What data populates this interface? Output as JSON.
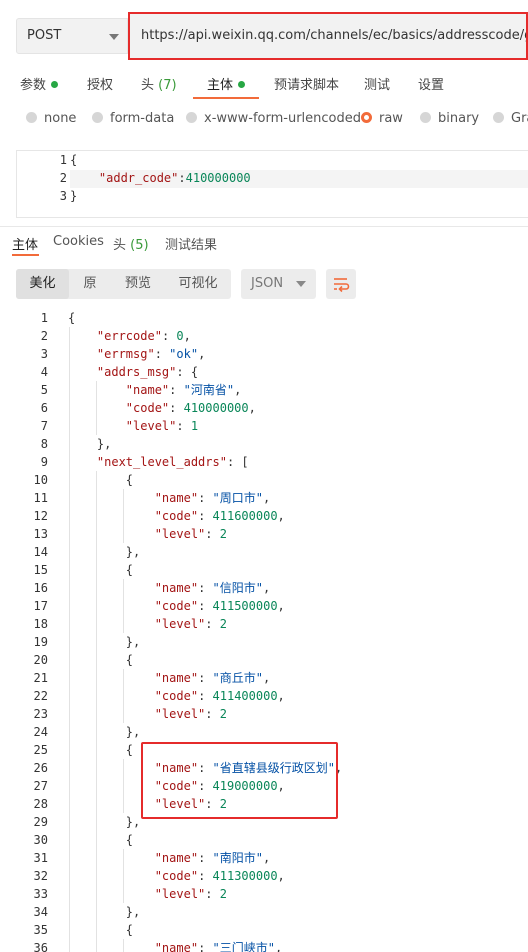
{
  "request": {
    "method": "POST",
    "url": "https://api.weixin.qq.com/channels/ec/basics/addresscode/get?access_token="
  },
  "request_tabs": [
    {
      "label": "参数",
      "dot": true
    },
    {
      "label": "授权"
    },
    {
      "label": "头",
      "count": "(7)"
    },
    {
      "label": "主体",
      "dot": true,
      "active": true
    },
    {
      "label": "预请求脚本"
    },
    {
      "label": "测试"
    },
    {
      "label": "设置"
    }
  ],
  "body_types": [
    {
      "label": "none"
    },
    {
      "label": "form-data"
    },
    {
      "label": "x-www-form-urlencoded"
    },
    {
      "label": "raw",
      "selected": true
    },
    {
      "label": "binary"
    },
    {
      "label": "Gra"
    }
  ],
  "request_body": {
    "line_numbers": [
      "1",
      "2",
      "3"
    ],
    "lines": [
      [
        {
          "t": "{",
          "c": "p"
        }
      ],
      [
        {
          "t": "    ",
          "c": "p"
        },
        {
          "t": "\"addr_code\"",
          "c": "k"
        },
        {
          "t": ":",
          "c": "p"
        },
        {
          "t": "410000000",
          "c": "n"
        }
      ],
      [
        {
          "t": "}",
          "c": "p"
        }
      ]
    ]
  },
  "response_tabs": [
    {
      "label": "主体",
      "active": true
    },
    {
      "label": "Cookies"
    },
    {
      "label": "头",
      "count": "(5)"
    },
    {
      "label": "测试结果"
    }
  ],
  "view_modes": [
    "美化",
    "原",
    "预览",
    "可视化"
  ],
  "active_view_mode": "美化",
  "format": "JSON",
  "icons": {
    "wrap": "wrap-lines-icon",
    "dropdown": "chevron-down-icon"
  },
  "colors": {
    "accent": "#f26b3a",
    "highlight_box": "#e52b2b",
    "dot_green": "#27a744"
  },
  "response_body": {
    "line_numbers": [
      "1",
      "2",
      "3",
      "4",
      "5",
      "6",
      "7",
      "8",
      "9",
      "10",
      "11",
      "12",
      "13",
      "14",
      "15",
      "16",
      "17",
      "18",
      "19",
      "20",
      "21",
      "22",
      "23",
      "24",
      "25",
      "26",
      "27",
      "28",
      "29",
      "30",
      "31",
      "32",
      "33",
      "34",
      "35",
      "36"
    ],
    "lines": [
      [
        {
          "t": "{",
          "c": "p"
        }
      ],
      [
        {
          "t": "    ",
          "c": "p"
        },
        {
          "t": "\"errcode\"",
          "c": "k"
        },
        {
          "t": ": ",
          "c": "p"
        },
        {
          "t": "0",
          "c": "n"
        },
        {
          "t": ",",
          "c": "p"
        }
      ],
      [
        {
          "t": "    ",
          "c": "p"
        },
        {
          "t": "\"errmsg\"",
          "c": "k"
        },
        {
          "t": ": ",
          "c": "p"
        },
        {
          "t": "\"ok\"",
          "c": "s"
        },
        {
          "t": ",",
          "c": "p"
        }
      ],
      [
        {
          "t": "    ",
          "c": "p"
        },
        {
          "t": "\"addrs_msg\"",
          "c": "k"
        },
        {
          "t": ": {",
          "c": "p"
        }
      ],
      [
        {
          "t": "        ",
          "c": "p"
        },
        {
          "t": "\"name\"",
          "c": "k"
        },
        {
          "t": ": ",
          "c": "p"
        },
        {
          "t": "\"河南省\"",
          "c": "s"
        },
        {
          "t": ",",
          "c": "p"
        }
      ],
      [
        {
          "t": "        ",
          "c": "p"
        },
        {
          "t": "\"code\"",
          "c": "k"
        },
        {
          "t": ": ",
          "c": "p"
        },
        {
          "t": "410000000",
          "c": "n"
        },
        {
          "t": ",",
          "c": "p"
        }
      ],
      [
        {
          "t": "        ",
          "c": "p"
        },
        {
          "t": "\"level\"",
          "c": "k"
        },
        {
          "t": ": ",
          "c": "p"
        },
        {
          "t": "1",
          "c": "n"
        }
      ],
      [
        {
          "t": "    },",
          "c": "p"
        }
      ],
      [
        {
          "t": "    ",
          "c": "p"
        },
        {
          "t": "\"next_level_addrs\"",
          "c": "k"
        },
        {
          "t": ": [",
          "c": "p"
        }
      ],
      [
        {
          "t": "        {",
          "c": "p"
        }
      ],
      [
        {
          "t": "            ",
          "c": "p"
        },
        {
          "t": "\"name\"",
          "c": "k"
        },
        {
          "t": ": ",
          "c": "p"
        },
        {
          "t": "\"周口市\"",
          "c": "s"
        },
        {
          "t": ",",
          "c": "p"
        }
      ],
      [
        {
          "t": "            ",
          "c": "p"
        },
        {
          "t": "\"code\"",
          "c": "k"
        },
        {
          "t": ": ",
          "c": "p"
        },
        {
          "t": "411600000",
          "c": "n"
        },
        {
          "t": ",",
          "c": "p"
        }
      ],
      [
        {
          "t": "            ",
          "c": "p"
        },
        {
          "t": "\"level\"",
          "c": "k"
        },
        {
          "t": ": ",
          "c": "p"
        },
        {
          "t": "2",
          "c": "n"
        }
      ],
      [
        {
          "t": "        },",
          "c": "p"
        }
      ],
      [
        {
          "t": "        {",
          "c": "p"
        }
      ],
      [
        {
          "t": "            ",
          "c": "p"
        },
        {
          "t": "\"name\"",
          "c": "k"
        },
        {
          "t": ": ",
          "c": "p"
        },
        {
          "t": "\"信阳市\"",
          "c": "s"
        },
        {
          "t": ",",
          "c": "p"
        }
      ],
      [
        {
          "t": "            ",
          "c": "p"
        },
        {
          "t": "\"code\"",
          "c": "k"
        },
        {
          "t": ": ",
          "c": "p"
        },
        {
          "t": "411500000",
          "c": "n"
        },
        {
          "t": ",",
          "c": "p"
        }
      ],
      [
        {
          "t": "            ",
          "c": "p"
        },
        {
          "t": "\"level\"",
          "c": "k"
        },
        {
          "t": ": ",
          "c": "p"
        },
        {
          "t": "2",
          "c": "n"
        }
      ],
      [
        {
          "t": "        },",
          "c": "p"
        }
      ],
      [
        {
          "t": "        {",
          "c": "p"
        }
      ],
      [
        {
          "t": "            ",
          "c": "p"
        },
        {
          "t": "\"name\"",
          "c": "k"
        },
        {
          "t": ": ",
          "c": "p"
        },
        {
          "t": "\"商丘市\"",
          "c": "s"
        },
        {
          "t": ",",
          "c": "p"
        }
      ],
      [
        {
          "t": "            ",
          "c": "p"
        },
        {
          "t": "\"code\"",
          "c": "k"
        },
        {
          "t": ": ",
          "c": "p"
        },
        {
          "t": "411400000",
          "c": "n"
        },
        {
          "t": ",",
          "c": "p"
        }
      ],
      [
        {
          "t": "            ",
          "c": "p"
        },
        {
          "t": "\"level\"",
          "c": "k"
        },
        {
          "t": ": ",
          "c": "p"
        },
        {
          "t": "2",
          "c": "n"
        }
      ],
      [
        {
          "t": "        },",
          "c": "p"
        }
      ],
      [
        {
          "t": "        {",
          "c": "p"
        }
      ],
      [
        {
          "t": "            ",
          "c": "p"
        },
        {
          "t": "\"name\"",
          "c": "k"
        },
        {
          "t": ": ",
          "c": "p"
        },
        {
          "t": "\"省直辖县级行政区划\"",
          "c": "s"
        },
        {
          "t": ",",
          "c": "p"
        }
      ],
      [
        {
          "t": "            ",
          "c": "p"
        },
        {
          "t": "\"code\"",
          "c": "k"
        },
        {
          "t": ": ",
          "c": "p"
        },
        {
          "t": "419000000",
          "c": "n"
        },
        {
          "t": ",",
          "c": "p"
        }
      ],
      [
        {
          "t": "            ",
          "c": "p"
        },
        {
          "t": "\"level\"",
          "c": "k"
        },
        {
          "t": ": ",
          "c": "p"
        },
        {
          "t": "2",
          "c": "n"
        }
      ],
      [
        {
          "t": "        },",
          "c": "p"
        }
      ],
      [
        {
          "t": "        {",
          "c": "p"
        }
      ],
      [
        {
          "t": "            ",
          "c": "p"
        },
        {
          "t": "\"name\"",
          "c": "k"
        },
        {
          "t": ": ",
          "c": "p"
        },
        {
          "t": "\"南阳市\"",
          "c": "s"
        },
        {
          "t": ",",
          "c": "p"
        }
      ],
      [
        {
          "t": "            ",
          "c": "p"
        },
        {
          "t": "\"code\"",
          "c": "k"
        },
        {
          "t": ": ",
          "c": "p"
        },
        {
          "t": "411300000",
          "c": "n"
        },
        {
          "t": ",",
          "c": "p"
        }
      ],
      [
        {
          "t": "            ",
          "c": "p"
        },
        {
          "t": "\"level\"",
          "c": "k"
        },
        {
          "t": ": ",
          "c": "p"
        },
        {
          "t": "2",
          "c": "n"
        }
      ],
      [
        {
          "t": "        },",
          "c": "p"
        }
      ],
      [
        {
          "t": "        {",
          "c": "p"
        }
      ],
      [
        {
          "t": "            ",
          "c": "p"
        },
        {
          "t": "\"name\"",
          "c": "k"
        },
        {
          "t": ": ",
          "c": "p"
        },
        {
          "t": "\"三门峡市\"",
          "c": "s"
        },
        {
          "t": ",",
          "c": "p"
        }
      ]
    ]
  }
}
